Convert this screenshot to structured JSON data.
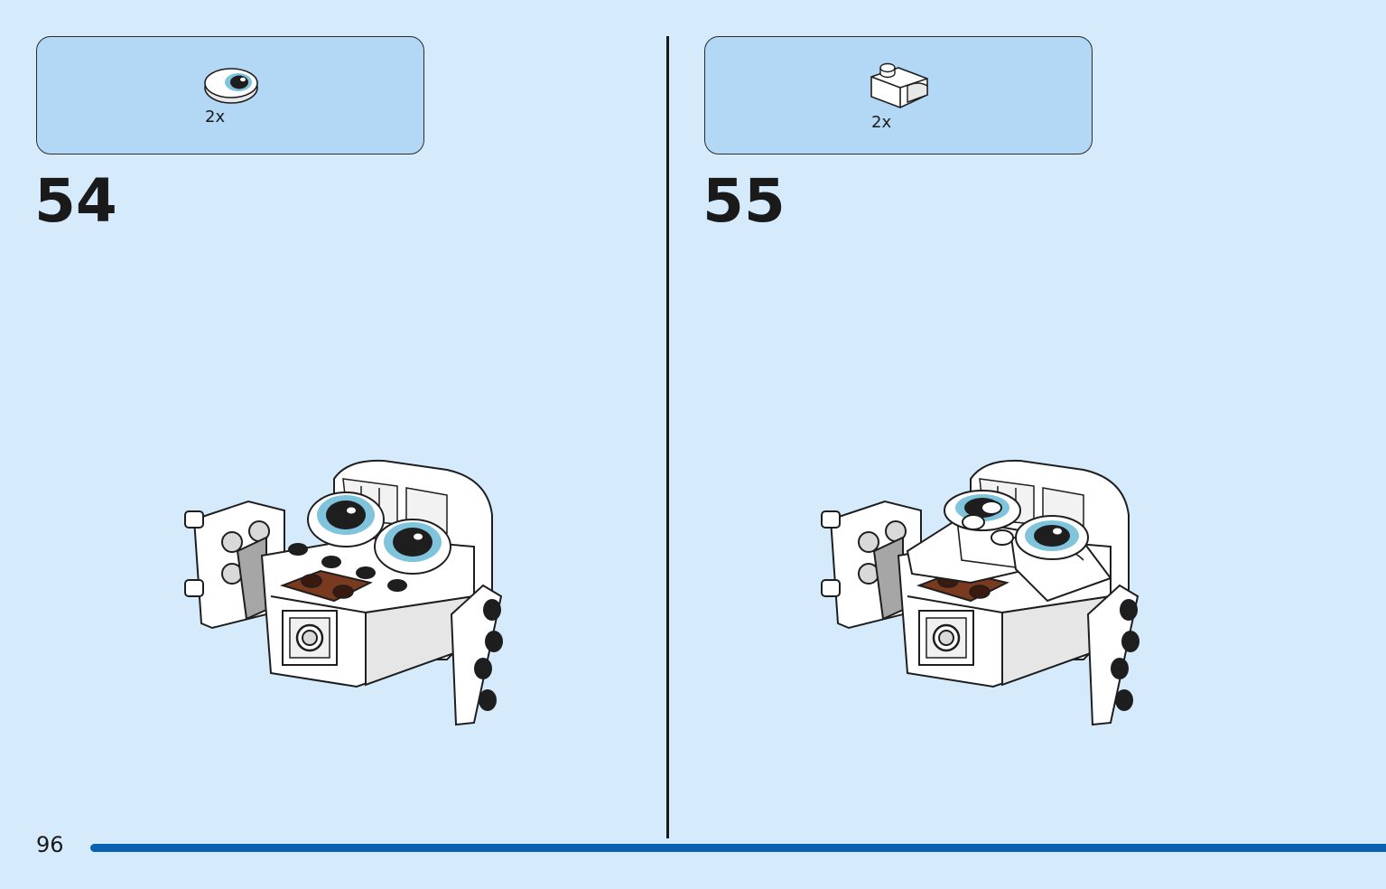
{
  "steps": [
    {
      "number": "54",
      "parts": [
        {
          "name": "round-eye-tile",
          "quantity": "2x"
        }
      ]
    },
    {
      "number": "55",
      "parts": [
        {
          "name": "white-slope-brick",
          "quantity": "2x"
        }
      ]
    }
  ],
  "page_number": "96",
  "colors": {
    "background": "#d5ebfb",
    "parts_box": "#b3d8f5",
    "footer_bar": "#0862b1",
    "brick_white": "#ffffff",
    "brick_black": "#1e1e1e",
    "brick_brown": "#7a3a1f",
    "eye_blue": "#7fc4dc"
  }
}
